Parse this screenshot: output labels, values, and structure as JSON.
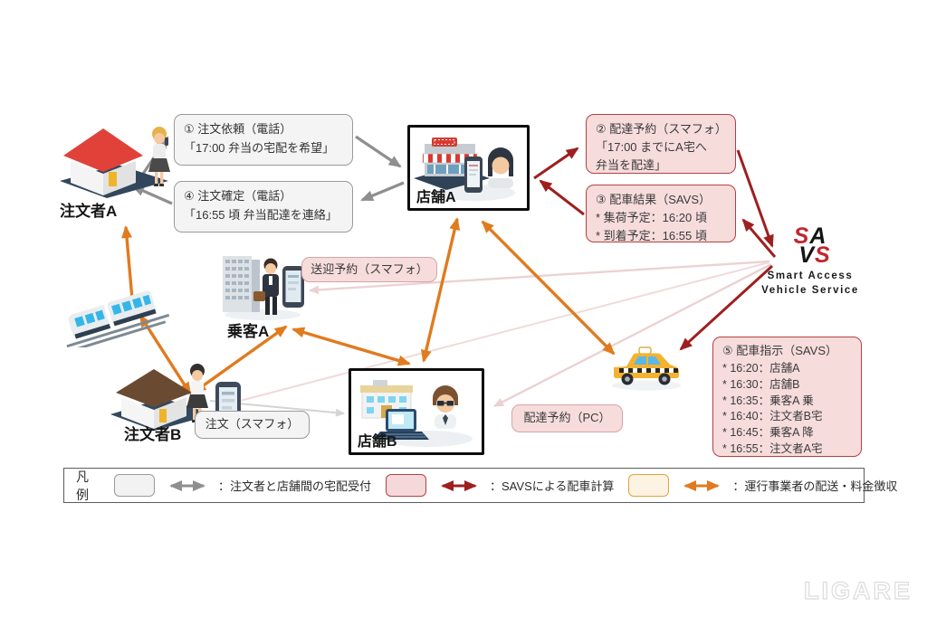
{
  "actors": {
    "orderer_a": "注文者A",
    "orderer_b": "注文者B",
    "passenger_a": "乗客A",
    "store_a": "店舗A",
    "store_b": "店舗B"
  },
  "callouts": {
    "step1": {
      "line1": "① 注文依頼（電話）",
      "line2": "「17:00 弁当の宅配を希望」"
    },
    "step4": {
      "line1": "④ 注文確定（電話）",
      "line2": "「16:55 頃 弁当配達を連絡」"
    },
    "step2": {
      "line1": "② 配達予約（スマフォ）",
      "line2": "「17:00 までにA宅へ",
      "line3": "弁当を配達」"
    },
    "step3": {
      "line1": "③ 配車結果（SAVS）",
      "line2": "* 集荷予定：16:20 頃",
      "line3": "* 到着予定：16:55 頃"
    },
    "step5": {
      "title": "⑤ 配車指示（SAVS）",
      "items": [
        "* 16:20：店舗A",
        "* 16:30：店舗B",
        "* 16:35：乗客A 乗",
        "* 16:40：注文者B宅",
        "* 16:45：乗客A 降",
        "* 16:55：注文者A宅"
      ]
    },
    "ride_reserve": "送迎予約（スマフォ）",
    "order_sp": "注文（スマフォ）",
    "delivery_pc": "配達予約（PC）"
  },
  "savs": {
    "glyphs": {
      "s1": "S",
      "a": "A",
      "v": "V",
      "s2": "S"
    },
    "name_line1": "Smart Access",
    "name_line2": "Vehicle Service"
  },
  "legend": {
    "title": "凡例",
    "items": [
      {
        "label": "：注文者と店舗間の宅配受付"
      },
      {
        "label": "：SAVSによる配車計算"
      },
      {
        "label": "：運行事業者の配送・料金徴収"
      }
    ]
  },
  "watermark": "LIGARE",
  "colors": {
    "gray_arrow": "#8f8f8f",
    "dark_red_arrow": "#9e1f1f",
    "orange_arrow": "#e07b1f",
    "pale_pink_arrow": "#ecd2d2",
    "light_gray_arrow": "#d4d4d4",
    "pink_fill": "#f7dcdc",
    "pink_border": "#b5413f",
    "gray_fill": "#f4f4f4",
    "cream_fill": "#fdf3e2",
    "savs_red": "#c0272d"
  }
}
